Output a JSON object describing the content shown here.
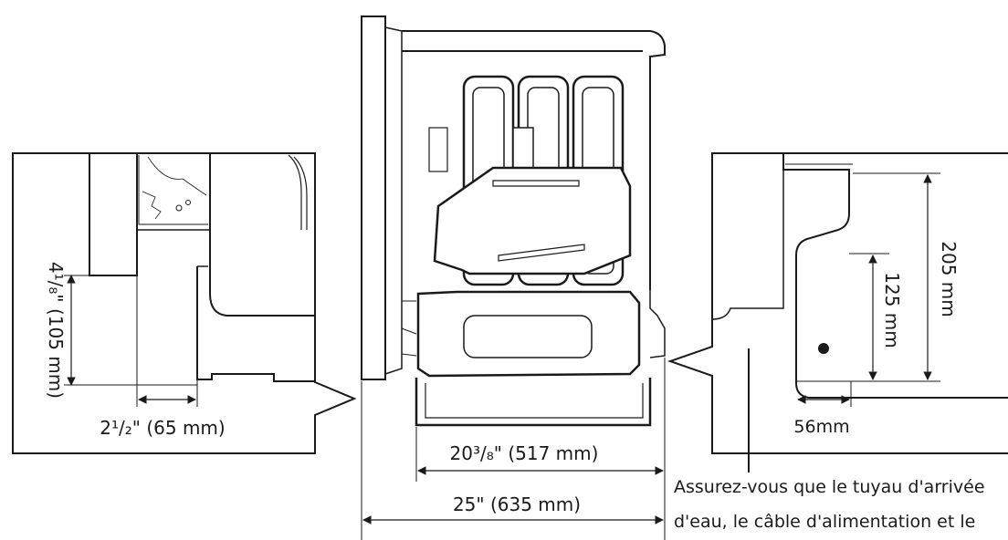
{
  "diagram": {
    "left_detail": {
      "vertical_dimension": "4¹/₈\" (105 mm)",
      "horizontal_dimension": "2¹/₂\" (65 mm)"
    },
    "center_view": {
      "inner_depth": "20³/₈\" (517 mm)",
      "total_depth": "25\" (635 mm)"
    },
    "right_detail": {
      "outer_height": "205 mm",
      "inner_height": "125 mm",
      "width": "56mm"
    },
    "note": {
      "line1": "Assurez-vous que le tuyau d'arrivée",
      "line2": "d'eau, le câble d'alimentation et le"
    },
    "colors": {
      "line": "#1a1a1a",
      "background": "#ffffff"
    }
  }
}
